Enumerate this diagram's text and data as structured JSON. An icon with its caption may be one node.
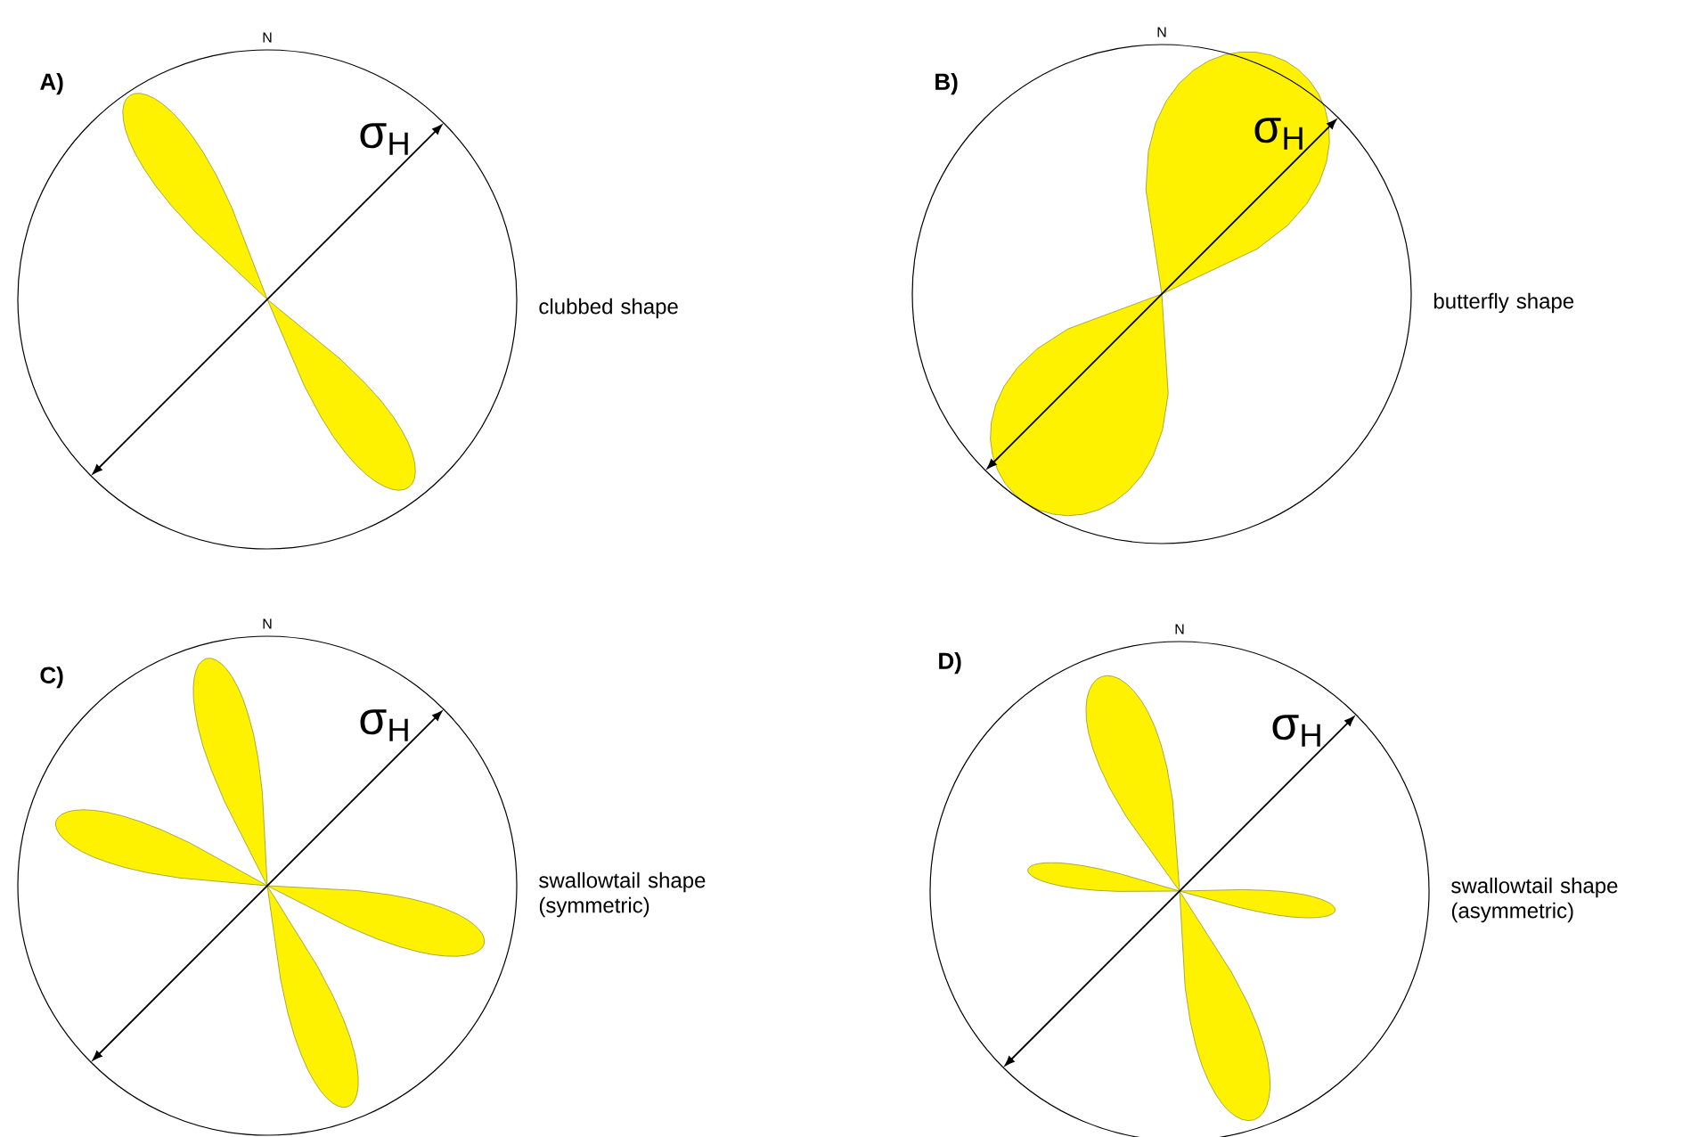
{
  "diagram": {
    "nodes": [
      {
        "text": [
          "N",
          "σ$_{H}$"
        ],
        "beside": [
          "clubbed shape"
        ]
      },
      {
        "text": [
          "N",
          "σ$_{H}$"
        ],
        "beside": [
          "butterfly shape"
        ]
      },
      {
        "text": [
          "N",
          "σ$_{H}$"
        ],
        "beside": [
          "swallowtail shape (symmetric)"
        ]
      },
      {
        "text": [
          "N",
          "σ$_{H}$"
        ],
        "beside": [
          "swallowtail shape (asymmetric)"
        ]
      }
    ],
    "labels": [
      "A)",
      "B)",
      "C)",
      "D)"
    ]
  }
}
